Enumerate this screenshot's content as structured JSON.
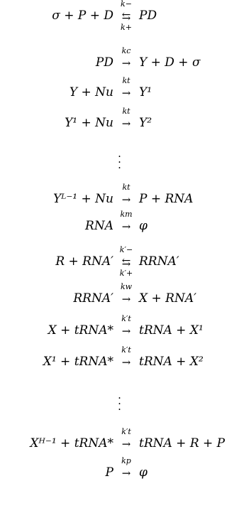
{
  "equations": [
    {
      "lhs": "σ + P + D",
      "arrow": "⇆",
      "rate_top": "k−",
      "rate_bottom": "k+",
      "rhs": "PD"
    },
    {
      "lhs": "PD",
      "arrow": "→",
      "rate_top": "kc",
      "rate_bottom": "",
      "rhs": "Y + D + σ"
    },
    {
      "lhs": "Y + Nu",
      "arrow": "→",
      "rate_top": "kt",
      "rate_bottom": "",
      "rhs": "Y¹"
    },
    {
      "lhs": "Y¹ + Nu",
      "arrow": "→",
      "rate_top": "kt",
      "rate_bottom": "",
      "rhs": "Y²"
    },
    {
      "lhs": "⋮",
      "arrow": "",
      "rate_top": "",
      "rate_bottom": "",
      "rhs": ""
    },
    {
      "lhs": "Yᴸ⁻¹ + Nu",
      "arrow": "→",
      "rate_top": "kt",
      "rate_bottom": "",
      "rhs": "P + RNA"
    },
    {
      "lhs": "RNA",
      "arrow": "→",
      "rate_top": "km",
      "rate_bottom": "",
      "rhs": "φ"
    },
    {
      "lhs": "R + RNA′",
      "arrow": "⇆",
      "rate_top": "k′−",
      "rate_bottom": "k′+",
      "rhs": "RRNA′"
    },
    {
      "lhs": "RRNA′",
      "arrow": "→",
      "rate_top": "kw",
      "rate_bottom": "",
      "rhs": "X + RNA′"
    },
    {
      "lhs": "X + tRNA*",
      "arrow": "→",
      "rate_top": "k′t",
      "rate_bottom": "",
      "rhs": "tRNA + X¹"
    },
    {
      "lhs": "X¹ + tRNA*",
      "arrow": "→",
      "rate_top": "k′t",
      "rate_bottom": "",
      "rhs": "tRNA + X²"
    },
    {
      "lhs": "⋮",
      "arrow": "",
      "rate_top": "",
      "rate_bottom": "",
      "rhs": ""
    },
    {
      "lhs": "Xᴴ⁻¹ + tRNA*",
      "arrow": "→",
      "rate_top": "k′t",
      "rate_bottom": "",
      "rhs": "tRNA + R + P"
    },
    {
      "lhs": "P",
      "arrow": "→",
      "rate_top": "kp",
      "rate_bottom": "",
      "rhs": "φ"
    }
  ]
}
